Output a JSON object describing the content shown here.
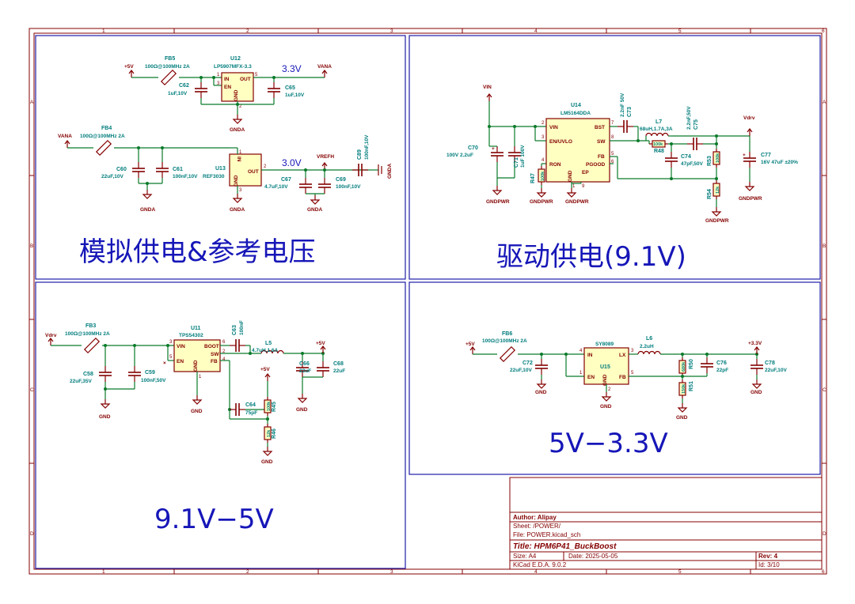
{
  "frame": {
    "columns": [
      "1",
      "2",
      "3",
      "4",
      "5",
      "6"
    ],
    "rows": [
      "A",
      "B",
      "C",
      "D"
    ]
  },
  "sections": {
    "analog": "模拟供电&参考电压",
    "drive": "驱动供电(9.1V)",
    "buck5v": "9.1V−5V",
    "buck33": "5V−3.3V"
  },
  "nets": {
    "v33": "3.3V",
    "v30": "3.0V",
    "p5v": "+5V",
    "vana": "VANA",
    "gnda": "GNDA",
    "vrefh": "VREFH",
    "vin": "VIN",
    "vdrv": "Vdrv",
    "gndpwr": "GNDPWR",
    "vdrv_l": "Vdrv",
    "gnd": "GND",
    "p33v": "+3.3V",
    "x_mark": "×"
  },
  "analog": {
    "fb5_ref": "FB5",
    "fb5_val": "100Ω@100MHz 2A",
    "u12_ref": "U12",
    "u12_val": "LP5907MFX-3.3",
    "u12_pins": {
      "in": "IN",
      "en": "EN",
      "out": "OUT",
      "gnd": "GND",
      "p1": "1",
      "p3": "3",
      "p5": "5",
      "p2": "2"
    },
    "c62_ref": "C62",
    "c62_val": "1uF,10V",
    "c65_ref": "C65",
    "c65_val": "1uF,10V",
    "fb4_ref": "FB4",
    "fb4_val": "100Ω@100MHz 2A",
    "c60_ref": "C60",
    "c60_val": "22uF,10V",
    "c61_ref": "C61",
    "c61_val": "100nF,10V",
    "u13_ref": "U13",
    "u13_val": "REF3030",
    "u13_pins": {
      "in": "IN",
      "out": "OUT",
      "gnd": "GND",
      "p1": "1",
      "p2": "2",
      "p3": "3"
    },
    "c67_ref": "C67",
    "c67_val": "4.7uF,10V",
    "c69_ref": "C69",
    "c69_val": "100nF,10V",
    "c89_ref": "C89",
    "c89_val": "100nF,10V"
  },
  "drive": {
    "u14_ref": "U14",
    "u14_val": "LM5164DDA",
    "u14_pins": {
      "vin": "VIN",
      "enuvlo": "EN/UVLO",
      "ron": "RON",
      "gnd": "GND",
      "ep": "EP",
      "bst": "BST",
      "sw": "SW",
      "fb": "FB",
      "pgood": "PGOOD",
      "p2": "2",
      "p3": "3",
      "p4": "4",
      "p1": "1",
      "p9": "9",
      "p7": "7",
      "p8": "8",
      "p5": "5",
      "p6": "6"
    },
    "c70_ref": "C70",
    "c70_val": "100V 2.2uF",
    "c71_ref": "C71",
    "c71_val": "1uF 100V",
    "r47_ref": "R47",
    "r47_val": "100k",
    "c73_ref": "C73",
    "c73_val": "2.2nF 50V",
    "l7_ref": "L7",
    "l7_val": "68uH,1.7A,3A",
    "r48_ref": "R48",
    "r48_val": "100k",
    "c75_ref": "C75",
    "c75_val": "2.2nF,50V",
    "c74_ref": "C74",
    "c74_val": "47pF,50V",
    "r53_ref": "R53",
    "r53_val": "100k",
    "r54_ref": "R54",
    "r54_val": "12k",
    "c77_ref": "C77",
    "c77_val": "16V 47uF ±20%"
  },
  "buck5v": {
    "fb3_ref": "FB3",
    "fb3_val": "100Ω@100MHz 2A",
    "u11_ref": "U11",
    "u11_val": "TPS54302",
    "u11_pins": {
      "vin": "VIN",
      "en": "EN",
      "gnd": "GND",
      "boot": "BOOT",
      "sw": "SW",
      "fb": "FB",
      "p3": "3",
      "p5": "5",
      "p1": "1",
      "p6": "6",
      "p2": "2",
      "p4": "4"
    },
    "c58_ref": "C58",
    "c58_val": "22uF,35V",
    "c59_ref": "C59",
    "c59_val": "100nF,50V",
    "c63_ref": "C63",
    "c63_val": "100nF",
    "l5_ref": "L5",
    "l5_val": "4.7uH,1.6A",
    "c66_ref": "C66",
    "c66_val": "22uF",
    "c68_ref": "C68",
    "c68_val": "22uF",
    "c64_ref": "C64",
    "c64_val": "75pF",
    "r45_ref": "R45",
    "r45_val": "100k",
    "r46_ref": "R46",
    "r46_val": "12k"
  },
  "buck33": {
    "fb6_ref": "FB6",
    "fb6_val": "100Ω@100MHz 2A",
    "c72_ref": "C72",
    "c72_val": "22uF,10V",
    "u15_ref": "U15",
    "u15_val": "SY8089",
    "u15_pins": {
      "in": "IN",
      "en": "EN",
      "gnd": "GND",
      "lx": "LX",
      "fb": "FB",
      "p4": "4",
      "p1": "1",
      "p2": "2",
      "p3": "3",
      "p5": "5"
    },
    "l6_ref": "L6",
    "l6_val": "2.2uH",
    "r50_ref": "R50",
    "r50_val": "680k",
    "r51_ref": "R51",
    "r51_val": "150k",
    "c76_ref": "C76",
    "c76_val": "22pF",
    "c78_ref": "C78",
    "c78_val": "22uF,10V"
  },
  "title_block": {
    "author": "Author: Alipay",
    "sheet": "Sheet: /POWER/",
    "file": "File: POWER.kicad_sch",
    "title": "Title: HPM6P41_BuckBoost",
    "size": "Size: A4",
    "date": "Date: 2025-05-05",
    "rev": "Rev: 4",
    "tool": "KiCad E.D.A. 9.0.2",
    "id": "Id: 3/10"
  },
  "colors": {
    "wire": "#0a7a2a",
    "component": "#840000",
    "label": "#007c7c",
    "group": "#1f1fa8",
    "fill": "#ffffc2"
  }
}
